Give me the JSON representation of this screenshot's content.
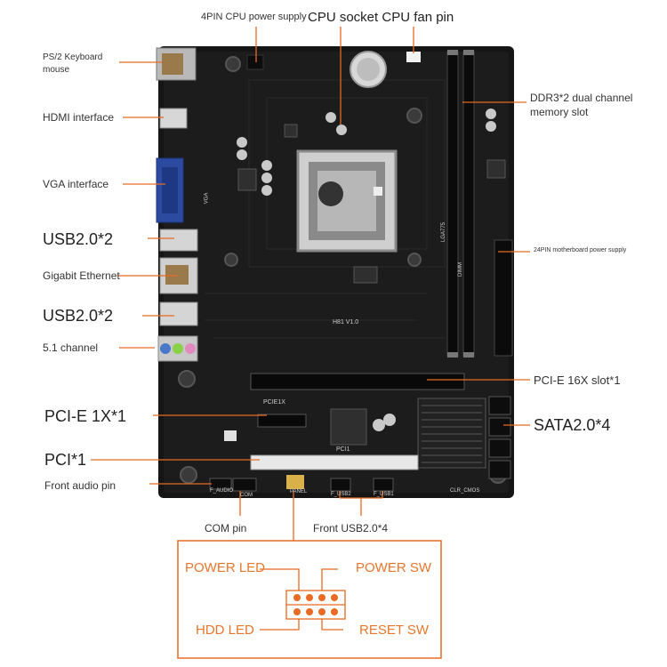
{
  "labels": {
    "cpu_power": "4PIN CPU power supply",
    "cpu_socket": "CPU socket CPU fan pin",
    "ps2": [
      "PS/2 Keyboard",
      "mouse"
    ],
    "ddr3": [
      "DDR3*2 dual channel",
      "memory slot"
    ],
    "hdmi": "HDMI interface",
    "vga": "VGA interface",
    "usb_top": "USB2.0*2",
    "pin24": "24PIN motherboard power supply",
    "ethernet": "Gigabit Ethernet",
    "usb_mid": "USB2.0*2",
    "channel": "5.1 channel",
    "pcie16": "PCI-E 16X slot*1",
    "pcie1": "PCI-E 1X*1",
    "sata": "SATA2.0*4",
    "pci": "PCI*1",
    "front_audio": "Front audio pin",
    "com": "COM pin",
    "front_usb": "Front USB2.0*4"
  },
  "pinout": {
    "power_led": "POWER LED",
    "power_sw": "POWER SW",
    "hdd_led": "HDD  LED",
    "reset_sw": "RESET SW"
  },
  "board_text": {
    "model": "H81 V1.0",
    "pcie1x": "PCIE1X",
    "pci1": "PCI1",
    "audio": "F_AUDIO",
    "clr": "CLR_CMOS",
    "panel": "PANEL",
    "vga": "VGA",
    "usb2": "F_USB2",
    "usb1": "F_USB1",
    "lga": "LGA775",
    "dimm": "DIMM",
    "com": "COM"
  },
  "colors": {
    "accent": "#e8762c",
    "board": "#141414",
    "line": "#e86a24"
  }
}
